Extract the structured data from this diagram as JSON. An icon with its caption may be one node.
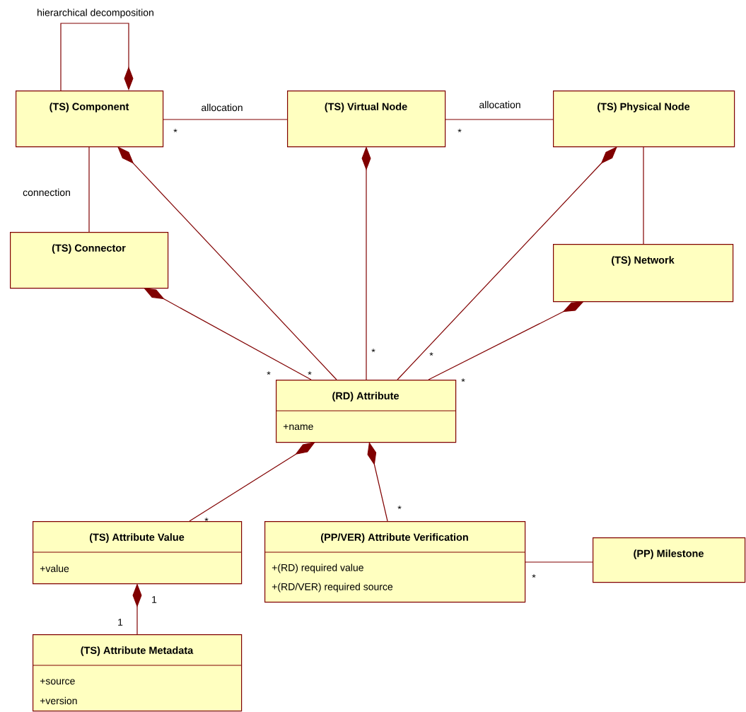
{
  "diagram": {
    "nodes": [
      {
        "text": [
          "(TS) Component"
        ]
      },
      {
        "text": [
          "(TS) Virtual Node"
        ]
      },
      {
        "text": [
          "(TS) Physical Node"
        ]
      },
      {
        "text": [
          "(TS) Connector"
        ]
      },
      {
        "text": [
          "(TS) Network"
        ]
      },
      {
        "text": [
          "(RD) Attribute",
          "+name"
        ]
      },
      {
        "text": [
          "(TS) Attribute Value",
          "+value"
        ]
      },
      {
        "text": [
          "(PP/VER) Attribute Verification",
          "+(RD) required value",
          "+(RD/VER) required source"
        ]
      },
      {
        "text": [
          "(PP) Milestone"
        ]
      },
      {
        "text": [
          "(TS) Attribute Metadata",
          "+source",
          "+version"
        ]
      }
    ],
    "edges": [
      {
        "from": 0,
        "to": 0,
        "arrow": "other",
        "label": "hierarchical decomposition"
      },
      {
        "from": 0,
        "to": 1,
        "arrow": "none",
        "label": "allocation"
      },
      {
        "from": 1,
        "to": 2,
        "arrow": "none",
        "label": "allocation"
      },
      {
        "from": 0,
        "to": 3,
        "arrow": "none",
        "label": "connection"
      },
      {
        "from": 2,
        "to": 4,
        "arrow": "none"
      },
      {
        "from": 0,
        "to": 5,
        "arrow": "other"
      },
      {
        "from": 1,
        "to": 5,
        "arrow": "other"
      },
      {
        "from": 2,
        "to": 5,
        "arrow": "other"
      },
      {
        "from": 3,
        "to": 5,
        "arrow": "other"
      },
      {
        "from": 4,
        "to": 5,
        "arrow": "other"
      },
      {
        "from": 5,
        "to": 6,
        "arrow": "other"
      },
      {
        "from": 5,
        "to": 7,
        "arrow": "other"
      },
      {
        "from": 6,
        "to": 9,
        "arrow": "other"
      },
      {
        "from": 7,
        "to": 8,
        "arrow": "none"
      }
    ],
    "labels": [
      "*",
      "*",
      "*",
      "*",
      "*",
      "*",
      "*",
      "*",
      "*",
      "*",
      "1",
      "1"
    ]
  }
}
